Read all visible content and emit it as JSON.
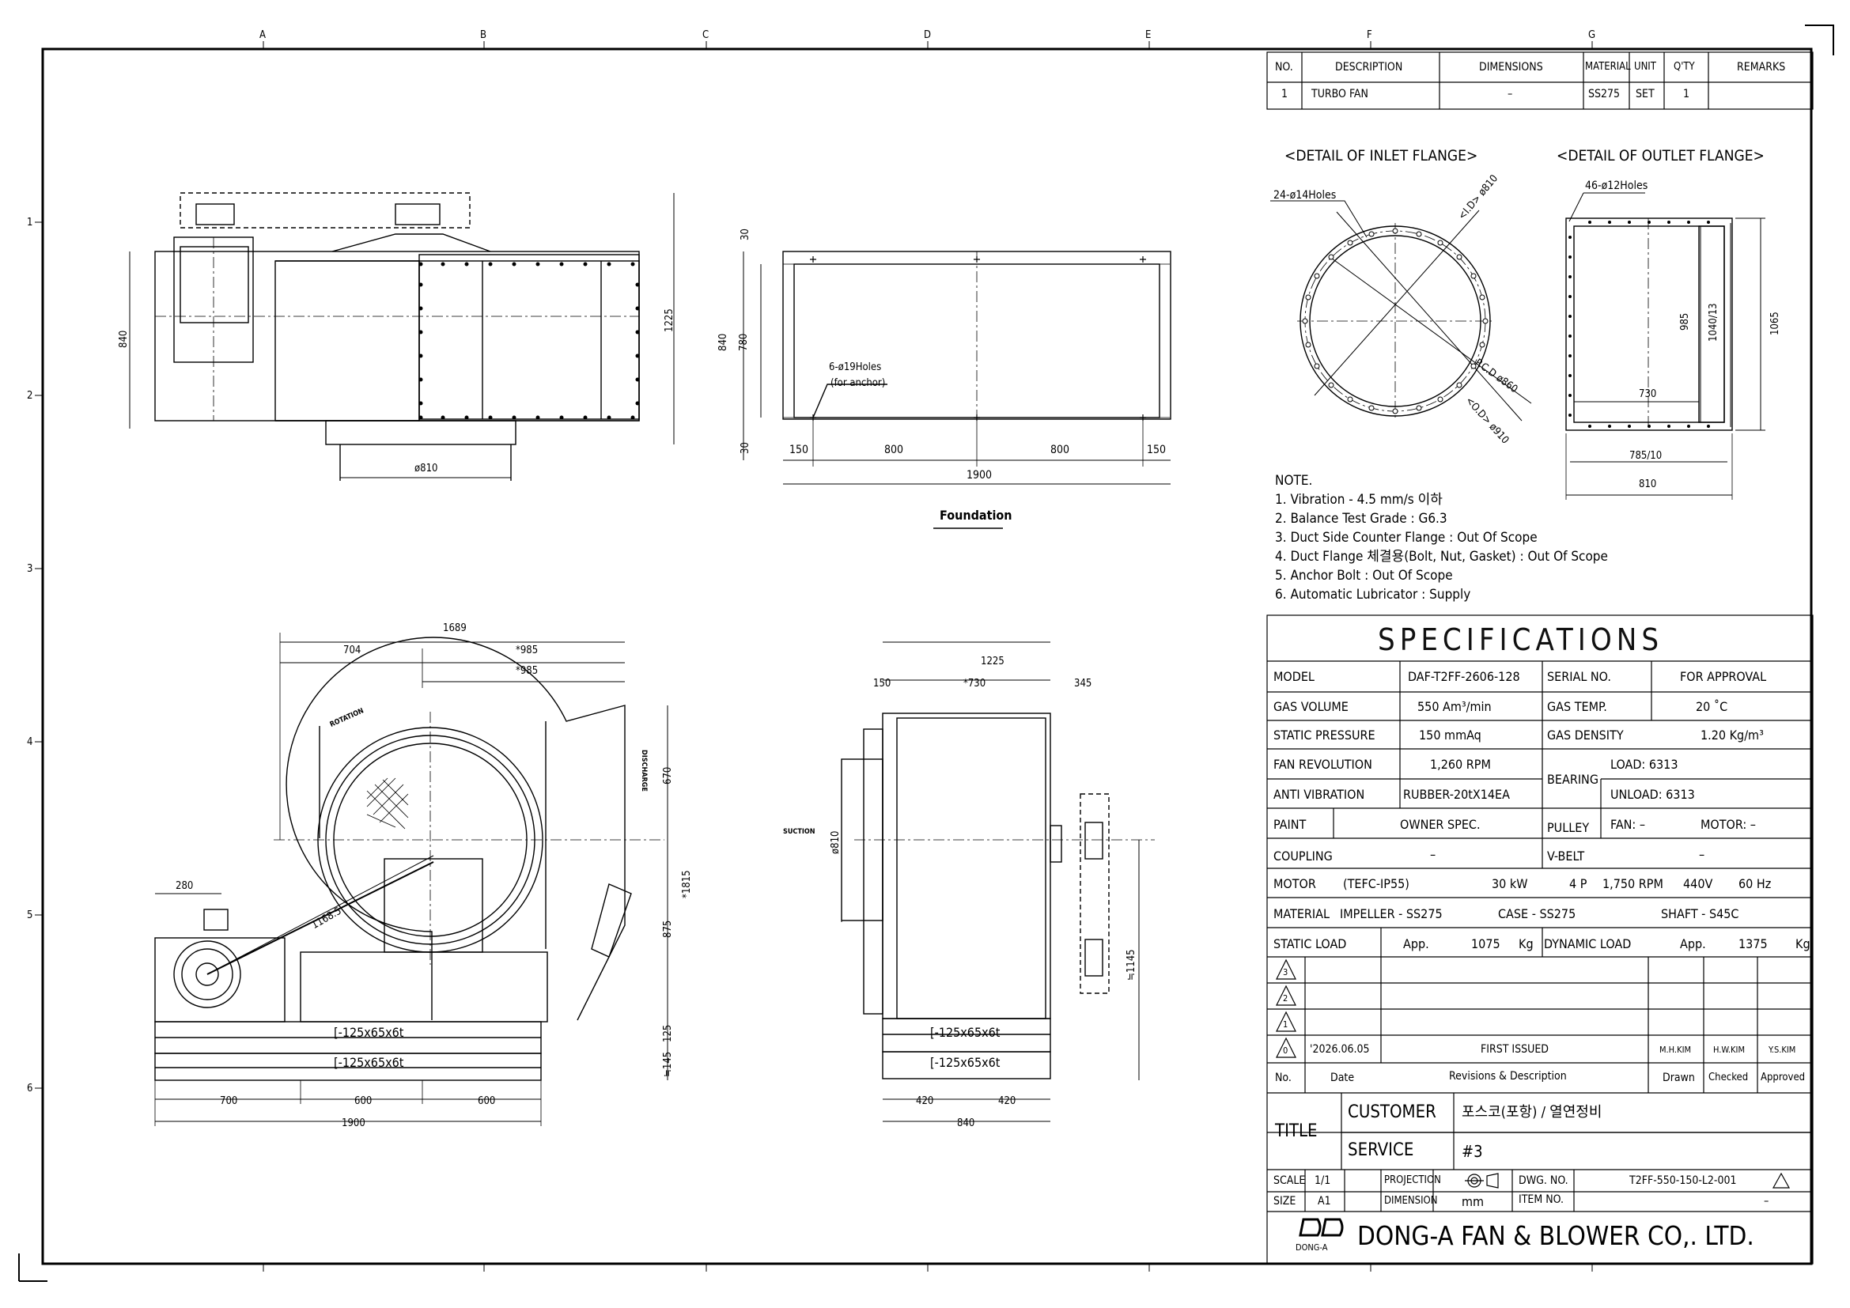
{
  "grid": {
    "columns": [
      "A",
      "B",
      "C",
      "D",
      "E",
      "F",
      "G"
    ],
    "rows": [
      "1",
      "2",
      "3",
      "4",
      "5",
      "6"
    ]
  },
  "parts_table": {
    "headers": {
      "no": "NO.",
      "description": "DESCRIPTION",
      "dimensions": "DIMENSIONS",
      "material": "MATERIAL",
      "unit": "UNIT",
      "qty": "Q'TY",
      "remarks": "REMARKS"
    },
    "rows": [
      {
        "no": "1",
        "description": "TURBO FAN",
        "dimensions": "–",
        "material": "SS275",
        "unit": "SET",
        "qty": "1",
        "remarks": ""
      }
    ]
  },
  "inlet_flange": {
    "title": "<DETAIL OF INLET FLANGE>",
    "holes": "24-ø14Holes",
    "id": "<I.D> ø810",
    "pcd": "P.C.D ø860",
    "od": "<O.D> ø910"
  },
  "outlet_flange": {
    "title": "<DETAIL OF OUTLET FLANGE>",
    "holes": "46-ø12Holes",
    "inner_h": "985",
    "outer_h": "1040/13",
    "total_h": "1065",
    "inner_w": "730",
    "pitch_w": "785/10",
    "total_w": "810"
  },
  "top_view": {
    "dim_height": "840",
    "dim_total": "1225",
    "dim_inlet": "ø810"
  },
  "foundation": {
    "title": "Foundation",
    "holes": "6-ø19Holes",
    "holes_note": "(for anchor)",
    "dim_top": "30",
    "dim_bottom": "30",
    "dim_h1": "840",
    "dim_h2": "780",
    "segments": [
      "150",
      "800",
      "800",
      "150"
    ],
    "total": "1900"
  },
  "front_view": {
    "dim_total": "1689",
    "dim_a": "704",
    "dim_b": "*985",
    "dim_c": "*985",
    "rotation": "ROTATION",
    "discharge": "DISCHARGE",
    "radius": "1168.5",
    "dim_280": "280",
    "dim_670": "670",
    "dim_875": "875",
    "dim_1815": "*1815",
    "dim_125": "125",
    "dim_145": "≒145",
    "channel_1": "[-125x65x6t",
    "channel_2": "[-125x65x6t",
    "bottom": [
      "700",
      "600",
      "600"
    ],
    "bottom_total": "1900"
  },
  "side_view": {
    "dim_total": "1225",
    "dim_a": "150",
    "dim_b": "*730",
    "dim_c": "345",
    "suction": "SUCTION",
    "inlet": "ø810",
    "dim_1145": "≒1145",
    "channel_1": "[-125x65x6t",
    "channel_2": "[-125x65x6t",
    "bottom": [
      "420",
      "420"
    ],
    "bottom_total": "840"
  },
  "notes": {
    "title": "NOTE.",
    "items": [
      "1. Vibration - 4.5 mm/s 이하",
      "2. Balance Test Grade : G6.3",
      "3. Duct Side Counter Flange : Out Of Scope",
      "4. Duct Flange 체결용(Bolt, Nut, Gasket) : Out Of Scope",
      "5. Anchor Bolt : Out Of Scope",
      "6. Automatic Lubricator : Supply"
    ]
  },
  "specs": {
    "title": "SPECIFICATIONS",
    "model_label": "MODEL",
    "model": "DAF-T2FF-2606-128",
    "serial_label": "SERIAL NO.",
    "serial": "FOR APPROVAL",
    "gas_volume_label": "GAS VOLUME",
    "gas_volume": "550 Am³/min",
    "gas_temp_label": "GAS TEMP.",
    "gas_temp": "20  ˚C",
    "static_pressure_label": "STATIC PRESSURE",
    "static_pressure": "150  mmAq",
    "gas_density_label": "GAS DENSITY",
    "gas_density": "1.20  Kg/m³",
    "fan_rev_label": "FAN REVOLUTION",
    "fan_rev": "1,260  RPM",
    "bearing_label": "BEARING",
    "bearing_load": "LOAD:  6313",
    "bearing_unload": "UNLOAD: 6313",
    "anti_vib_label": "ANTI VIBRATION",
    "anti_vib": "RUBBER-20tX14EA",
    "paint_label": "PAINT",
    "paint": "OWNER SPEC.",
    "pulley_label": "PULLEY",
    "pulley_fan": "FAN: –",
    "pulley_motor": "MOTOR: –",
    "coupling_label": "COUPLING",
    "coupling": "–",
    "vbelt_label": "V-BELT",
    "vbelt": "–",
    "motor_label": "MOTOR",
    "motor_type": "(TEFC-IP55)",
    "motor_kw": "30  kW",
    "motor_pole": "4 P",
    "motor_rpm": "1,750 RPM",
    "motor_v": "440V",
    "motor_hz": "60 Hz",
    "material_label": "MATERIAL",
    "impeller": "IMPELLER - SS275",
    "case": "CASE - SS275",
    "shaft": "SHAFT - S45C",
    "static_load_label": "STATIC LOAD",
    "static_load_app": "App.",
    "static_load": "1075",
    "static_load_unit": "Kg",
    "dynamic_load_label": "DYNAMIC LOAD",
    "dynamic_load_app": "App.",
    "dynamic_load": "1375",
    "dynamic_load_unit": "Kg"
  },
  "revisions": {
    "marks": [
      "3",
      "2",
      "1",
      "0"
    ],
    "rev0_date": "'2026.06.05",
    "rev0_desc": "FIRST ISSUED",
    "rev0_drawn": "M.H.KIM",
    "rev0_checked": "H.W.KIM",
    "rev0_approved": "Y.S.KIM",
    "header_no": "No.",
    "header_date": "Date",
    "header_desc": "Revisions & Description",
    "header_drawn": "Drawn",
    "header_checked": "Checked",
    "header_approved": "Approved"
  },
  "title_block": {
    "title_label": "TITLE",
    "customer_label": "CUSTOMER",
    "customer": "포스코(포항) / 열연정비",
    "service_label": "SERVICE",
    "service": "#3",
    "scale_label": "SCALE",
    "scale": "1/1",
    "projection_label": "PROJECTION",
    "dwg_no_label": "DWG. NO.",
    "dwg_no": "T2FF-550-150-L2-001",
    "size_label": "SIZE",
    "size": "A1",
    "dimension_label": "DIMENSION",
    "dimension": "mm",
    "item_no_label": "ITEM NO.",
    "item_no": "–",
    "company": "DONG-A FAN & BLOWER CO,. LTD.",
    "logo_text": "DONG-A"
  }
}
